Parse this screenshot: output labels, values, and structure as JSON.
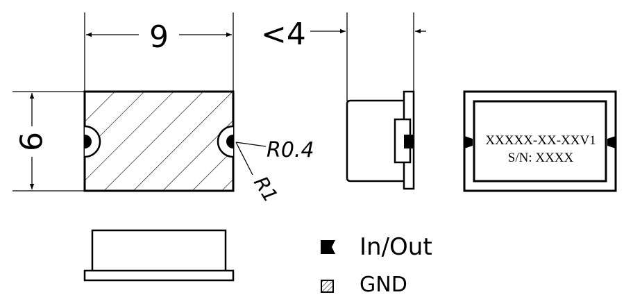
{
  "dimensions": {
    "width": "9",
    "height": "6",
    "thickness": "<4",
    "notch_radius": "R0.4",
    "corner_radius": "R1"
  },
  "marking": {
    "line1": "XXXXX-XX-XXV1",
    "line2": "S/N: XXXX"
  },
  "legend": [
    {
      "label": "In/Out",
      "icon": "solid-square-icon"
    },
    {
      "label": "GND",
      "icon": "hatched-square-icon"
    }
  ]
}
